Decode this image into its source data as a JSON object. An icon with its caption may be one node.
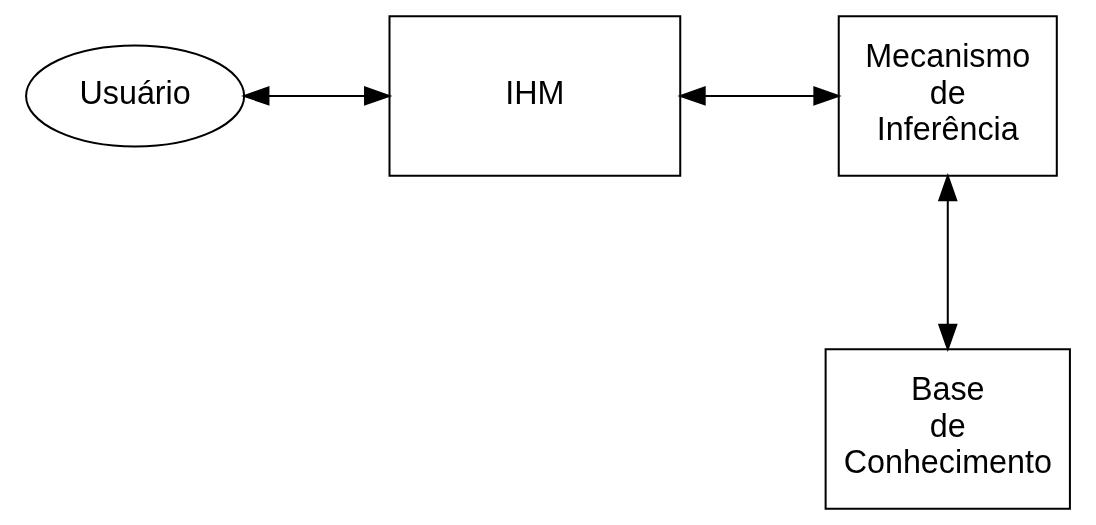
{
  "diagram": {
    "nodes": [
      {
        "text": [
          "Usuário"
        ]
      },
      {
        "text": [
          "IHM"
        ]
      },
      {
        "text": [
          "Mecanismo de Inferência"
        ]
      },
      {
        "text": [
          "Base de Conhecimento"
        ]
      }
    ],
    "edges": [
      {
        "from": 0,
        "to": 1,
        "arrow": "both"
      },
      {
        "from": 1,
        "to": 2,
        "arrow": "both"
      },
      {
        "from": 2,
        "to": 3,
        "arrow": "both"
      }
    ]
  }
}
